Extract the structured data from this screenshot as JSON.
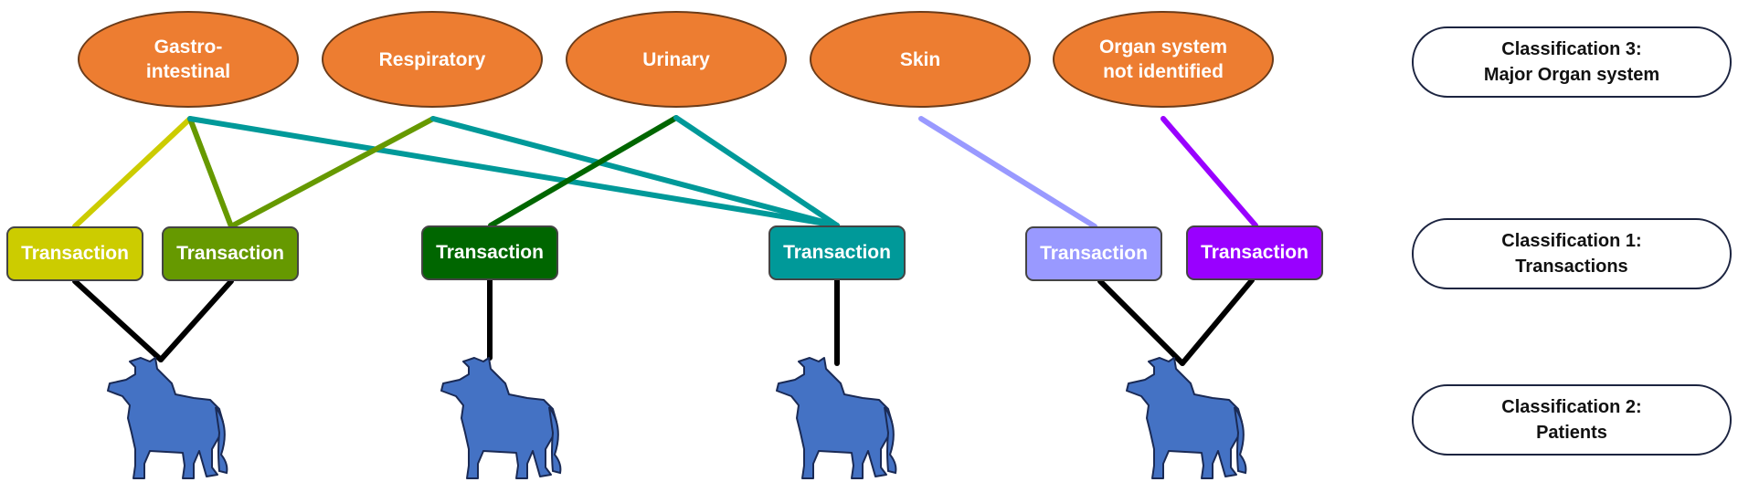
{
  "colors": {
    "organ_fill": "#ed7d31",
    "dog_fill": "#4472c4",
    "link_black": "#000000"
  },
  "organs": [
    {
      "label": "Gastro-\nintestinal",
      "icon": "organ-ellipse"
    },
    {
      "label": "Respiratory",
      "icon": "organ-ellipse"
    },
    {
      "label": "Urinary",
      "icon": "organ-ellipse"
    },
    {
      "label": "Skin",
      "icon": "organ-ellipse"
    },
    {
      "label": "Organ system\nnot identified",
      "icon": "organ-ellipse"
    }
  ],
  "transactions": [
    {
      "label": "Transaction",
      "color": "#cccc00",
      "text_color": "#ffffff"
    },
    {
      "label": "Transaction",
      "color": "#669900",
      "text_color": "#ffffff"
    },
    {
      "label": "Transaction",
      "color": "#006600",
      "text_color": "#ffffff"
    },
    {
      "label": "Transaction",
      "color": "#009999",
      "text_color": "#ffffff"
    },
    {
      "label": "Transaction",
      "color": "#9999ff",
      "text_color": "#ffffff"
    },
    {
      "label": "Transaction",
      "color": "#9900ff",
      "text_color": "#ffffff"
    }
  ],
  "patients": [
    {
      "icon": "dog-icon"
    },
    {
      "icon": "dog-icon"
    },
    {
      "icon": "dog-icon"
    },
    {
      "icon": "dog-icon"
    }
  ],
  "links_organ_transaction": [
    {
      "organ": 0,
      "transaction": 0,
      "color": "#cccc00"
    },
    {
      "organ": 0,
      "transaction": 1,
      "color": "#669900"
    },
    {
      "organ": 0,
      "transaction": 3,
      "color": "#009999"
    },
    {
      "organ": 1,
      "transaction": 1,
      "color": "#669900"
    },
    {
      "organ": 1,
      "transaction": 3,
      "color": "#009999"
    },
    {
      "organ": 2,
      "transaction": 2,
      "color": "#006600"
    },
    {
      "organ": 2,
      "transaction": 3,
      "color": "#009999"
    },
    {
      "organ": 3,
      "transaction": 4,
      "color": "#9999ff"
    },
    {
      "organ": 4,
      "transaction": 5,
      "color": "#9900ff"
    }
  ],
  "links_transaction_patient": [
    {
      "transaction": 0,
      "patient": 0
    },
    {
      "transaction": 1,
      "patient": 0
    },
    {
      "transaction": 2,
      "patient": 1
    },
    {
      "transaction": 3,
      "patient": 2
    },
    {
      "transaction": 4,
      "patient": 3
    },
    {
      "transaction": 5,
      "patient": 3
    }
  ],
  "legend": [
    {
      "label": "Classification 3:\nMajor Organ system"
    },
    {
      "label": "Classification 1:\nTransactions"
    },
    {
      "label": "Classification 2:\nPatients"
    }
  ]
}
